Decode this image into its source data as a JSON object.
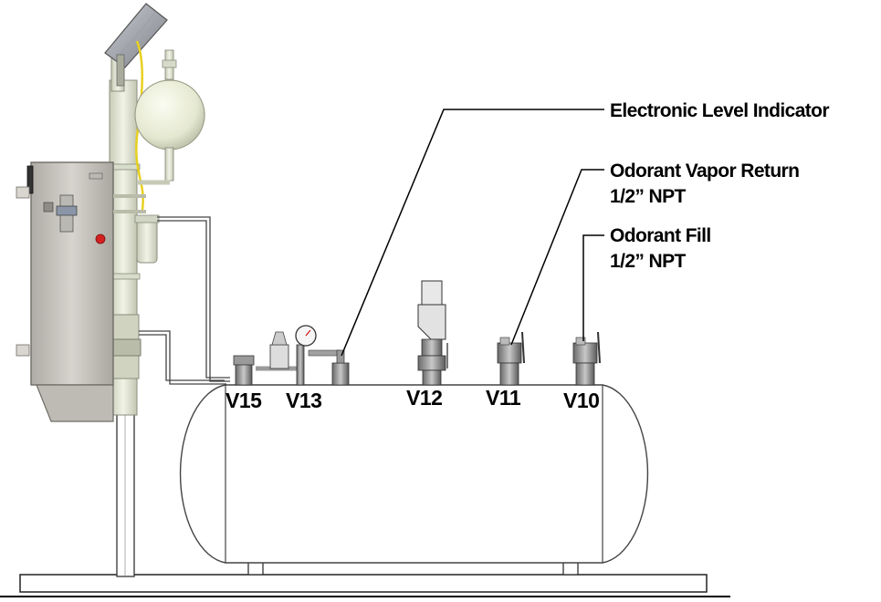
{
  "callouts": {
    "level_indicator": "Electronic Level Indicator",
    "vapor_return_line1": "Odorant Vapor Return",
    "vapor_return_line2": "1/2” NPT",
    "odorant_fill_line1": "Odorant Fill",
    "odorant_fill_line2": "1/2” NPT"
  },
  "valves": {
    "v15": "V15",
    "v13": "V13",
    "v12": "V12",
    "v11": "V11",
    "v10": "V10"
  },
  "colors": {
    "cabinet": "#c9c7bf",
    "pipe": "#e4e8d6",
    "sphere": "#eef0dc",
    "valve_body": "#8f8f8f",
    "red_indicator": "#d42020",
    "wire_yellow": "#e8d020"
  }
}
